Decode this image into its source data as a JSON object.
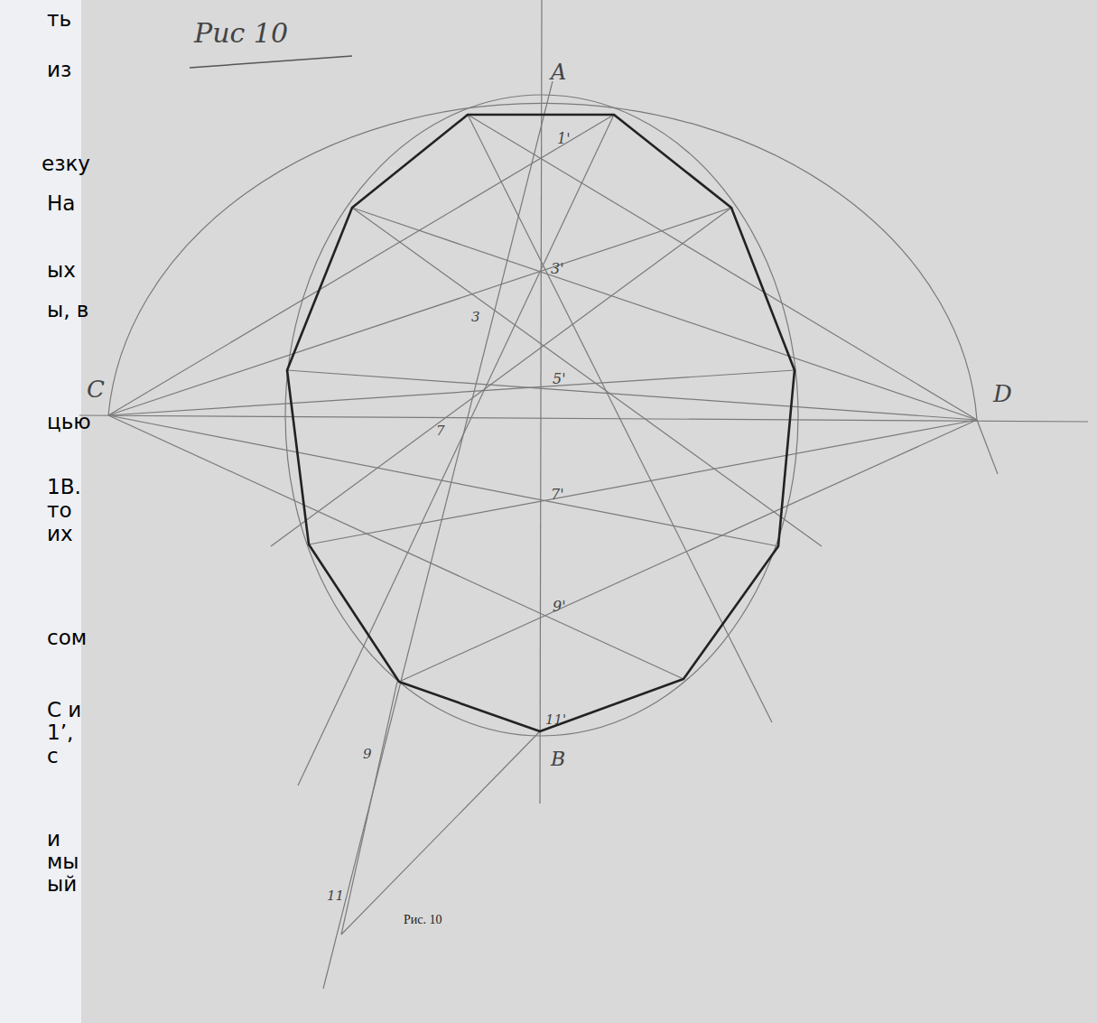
{
  "diagram": {
    "caption": "Рис. 10",
    "labels": [
      "Рис 10",
      "A",
      "C",
      "D",
      "B",
      "1'",
      "3'",
      "5'",
      "7'",
      "9'",
      "11'",
      "3",
      "7",
      "9",
      "11",
      "ть",
      "из",
      "езку",
      "На",
      "ых",
      "ы, в",
      "цью",
      "1В.",
      "то",
      "их",
      "сом",
      "С и",
      "1’,",
      "с",
      "и",
      "мы",
      "ый"
    ]
  }
}
